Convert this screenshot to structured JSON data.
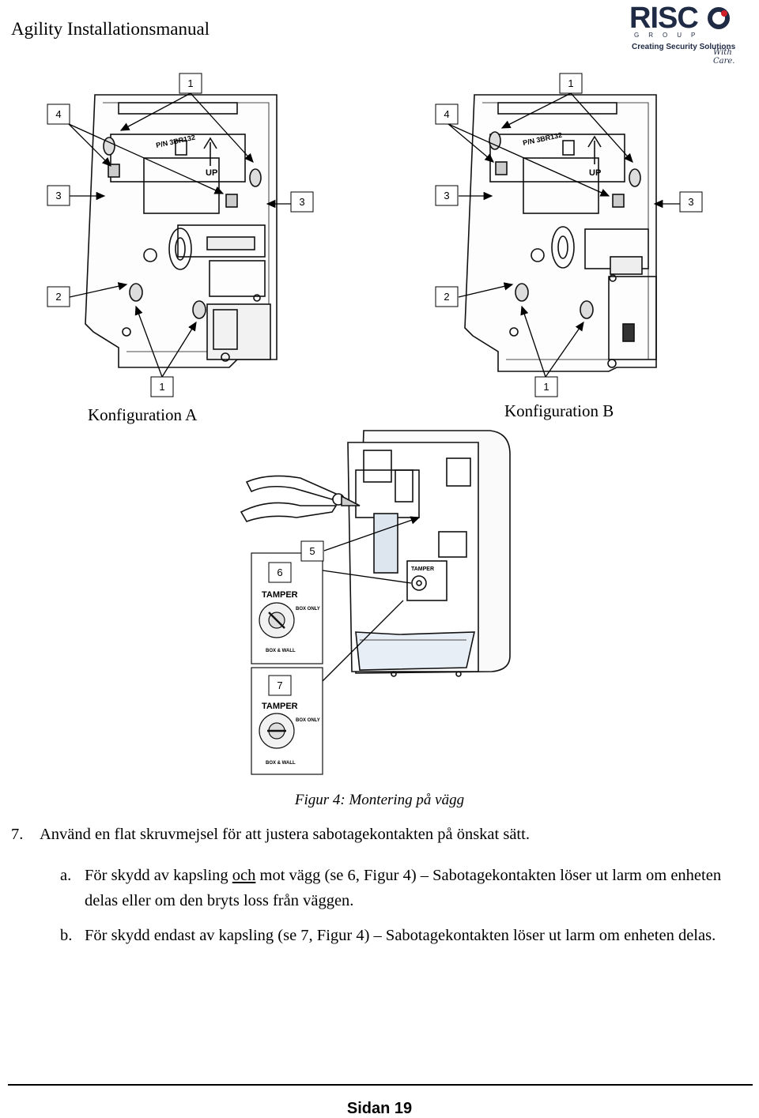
{
  "header": {
    "title": "Agility Installationsmanual",
    "logo_word": "RISC",
    "logo_group": "GROUP",
    "logo_tagline": "Creating Security Solutions",
    "logo_tagline2": "With Care."
  },
  "figure": {
    "config_a_label": "Konfiguration A",
    "config_b_label": "Konfiguration B",
    "callouts": [
      "1",
      "2",
      "3",
      "4",
      "5",
      "6",
      "7"
    ],
    "board_pn": "P/N 3BR132",
    "board_up": "UP",
    "tamper_label": "TAMPER",
    "box_only_label": "BOX ONLY",
    "box_wall_label": "BOX & WALL",
    "caption": "Figur 4: Montering på vägg"
  },
  "body": {
    "step7_num": "7.",
    "step7_text": "Använd en flat skruvmejsel för att justera sabotagekontakten på önskat sätt.",
    "a_marker": "a.",
    "a_pre": "För skydd av kapsling ",
    "a_underline": "och",
    "a_post": " mot vägg (se 6, Figur 4) – Sabotagekontakten löser ut larm om enheten delas eller om den bryts loss från väggen.",
    "b_marker": "b.",
    "b_text": "För skydd endast av kapsling (se 7, Figur 4) – Sabotagekontakten löser ut larm om enheten delas."
  },
  "footer": {
    "page": "Sidan 19"
  }
}
